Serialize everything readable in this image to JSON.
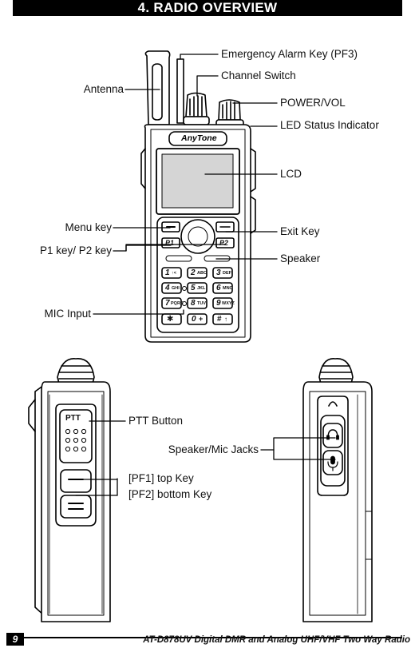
{
  "header": {
    "title": "4. RADIO OVERVIEW"
  },
  "front_view": {
    "brand": "AnyTone",
    "labels": {
      "emergency": "Emergency Alarm Key (PF3)",
      "antenna": "Antenna",
      "channel_switch": "Channel Switch",
      "power_vol": "POWER/VOL",
      "led": "LED Status Indicator",
      "lcd": "LCD",
      "menu_key": "Menu key",
      "exit_key": "Exit Key",
      "p1p2_key": "P1 key/ P2 key",
      "speaker": "Speaker",
      "mic_input": "MIC Input"
    },
    "soft_keys": {
      "p1": "P1",
      "p2": "P2"
    },
    "keypad": [
      [
        "1",
        "2",
        "3"
      ],
      [
        "4",
        "5",
        "6"
      ],
      [
        "7",
        "8",
        "9"
      ],
      [
        "✱",
        "0",
        "#"
      ]
    ],
    "keypad_sub": [
      [
        "↑<",
        "ABC",
        "DEF"
      ],
      [
        "GHI",
        "JKL",
        "MNO"
      ],
      [
        "PQRS",
        "TUV",
        "WXYZ"
      ],
      [
        "",
        "+",
        "↑"
      ]
    ]
  },
  "side_views": {
    "ptt_key_text": "PTT",
    "labels": {
      "ptt_button": "PTT Button",
      "speaker_mic_jacks": "Speaker/Mic Jacks",
      "pf1": "[PF1] top Key",
      "pf2": "[PF2] bottom Key"
    }
  },
  "footer": {
    "page": "9",
    "text": "AT-D878UV Digital DMR and Analog UHF/VHF Two Way Radio"
  }
}
